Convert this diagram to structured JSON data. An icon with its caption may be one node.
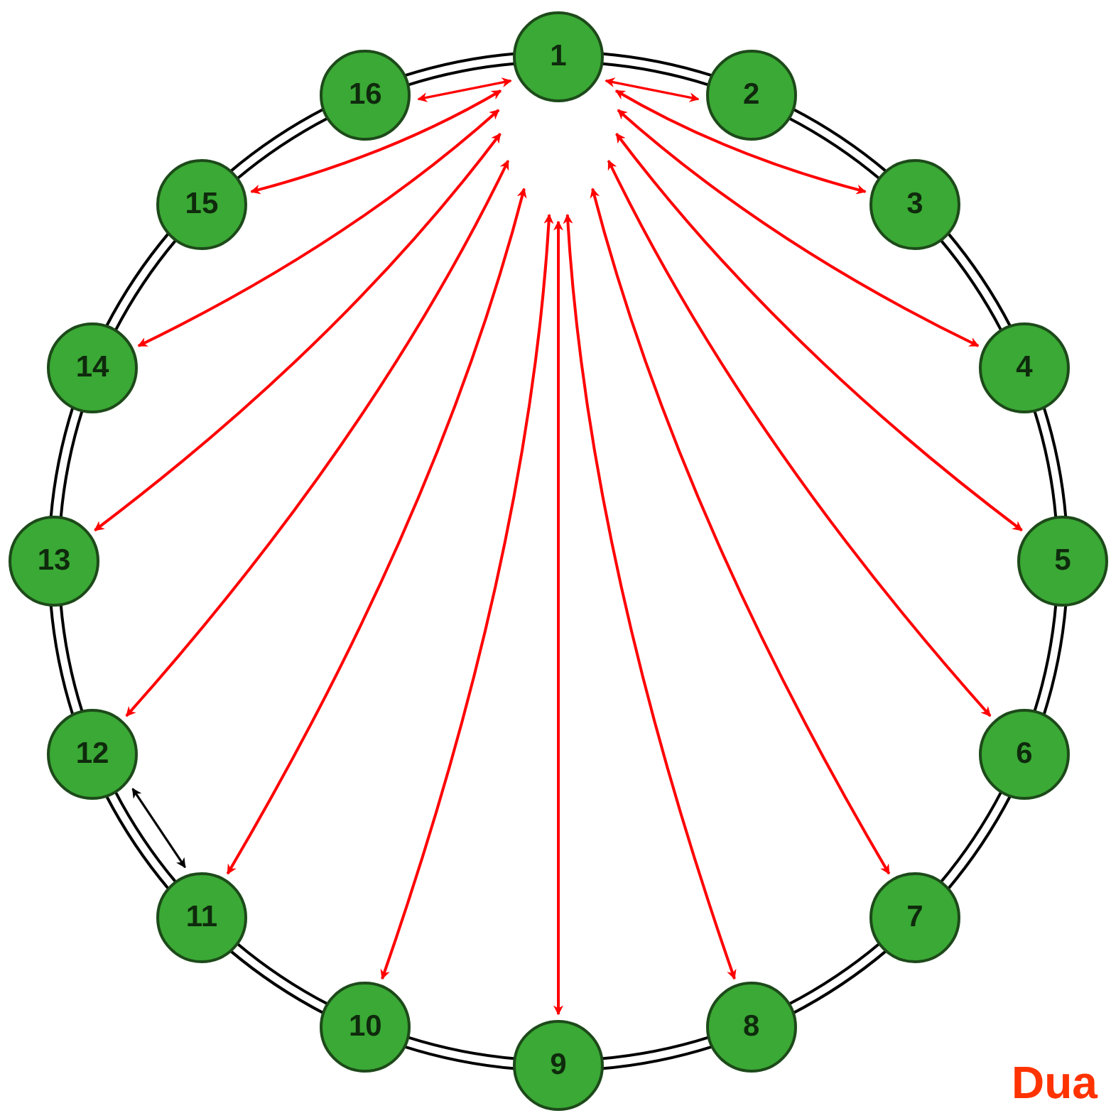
{
  "diagram": {
    "nodes": [
      {
        "text": [
          "1"
        ]
      },
      {
        "text": [
          "2"
        ]
      },
      {
        "text": [
          "3"
        ]
      },
      {
        "text": [
          "4"
        ]
      },
      {
        "text": [
          "5"
        ]
      },
      {
        "text": [
          "6"
        ]
      },
      {
        "text": [
          "7"
        ]
      },
      {
        "text": [
          "8"
        ]
      },
      {
        "text": [
          "9"
        ]
      },
      {
        "text": [
          "10"
        ]
      },
      {
        "text": [
          "11"
        ]
      },
      {
        "text": [
          "12"
        ]
      },
      {
        "text": [
          "13"
        ]
      },
      {
        "text": [
          "14"
        ]
      },
      {
        "text": [
          "15"
        ]
      },
      {
        "text": [
          "16"
        ]
      }
    ],
    "edges": [
      {
        "from": 0,
        "to": 1,
        "arrow": "none"
      },
      {
        "from": 1,
        "to": 2,
        "arrow": "none"
      },
      {
        "from": 2,
        "to": 3,
        "arrow": "none"
      },
      {
        "from": 3,
        "to": 4,
        "arrow": "none"
      },
      {
        "from": 4,
        "to": 5,
        "arrow": "none"
      },
      {
        "from": 5,
        "to": 6,
        "arrow": "none"
      },
      {
        "from": 6,
        "to": 7,
        "arrow": "none"
      },
      {
        "from": 7,
        "to": 8,
        "arrow": "none"
      },
      {
        "from": 8,
        "to": 9,
        "arrow": "none"
      },
      {
        "from": 9,
        "to": 10,
        "arrow": "none"
      },
      {
        "from": 10,
        "to": 11,
        "arrow": "none"
      },
      {
        "from": 11,
        "to": 12,
        "arrow": "none"
      },
      {
        "from": 12,
        "to": 13,
        "arrow": "none"
      },
      {
        "from": 13,
        "to": 14,
        "arrow": "none"
      },
      {
        "from": 14,
        "to": 15,
        "arrow": "none"
      },
      {
        "from": 15,
        "to": 0,
        "arrow": "none"
      },
      {
        "from": 10,
        "to": 11,
        "arrow": "both",
        "color": "#000000"
      },
      {
        "from": 0,
        "to": 1,
        "arrow": "both",
        "color": "#ff0000"
      },
      {
        "from": 0,
        "to": 2,
        "arrow": "both",
        "color": "#ff0000"
      },
      {
        "from": 0,
        "to": 3,
        "arrow": "both",
        "color": "#ff0000"
      },
      {
        "from": 0,
        "to": 4,
        "arrow": "both",
        "color": "#ff0000"
      },
      {
        "from": 0,
        "to": 5,
        "arrow": "both",
        "color": "#ff0000"
      },
      {
        "from": 0,
        "to": 6,
        "arrow": "both",
        "color": "#ff0000"
      },
      {
        "from": 0,
        "to": 7,
        "arrow": "both",
        "color": "#ff0000"
      },
      {
        "from": 0,
        "to": 8,
        "arrow": "both",
        "color": "#ff0000"
      },
      {
        "from": 0,
        "to": 9,
        "arrow": "both",
        "color": "#ff0000"
      },
      {
        "from": 0,
        "to": 10,
        "arrow": "both",
        "color": "#ff0000"
      },
      {
        "from": 0,
        "to": 11,
        "arrow": "both",
        "color": "#ff0000"
      },
      {
        "from": 0,
        "to": 12,
        "arrow": "both",
        "color": "#ff0000"
      },
      {
        "from": 0,
        "to": 13,
        "arrow": "both",
        "color": "#ff0000"
      },
      {
        "from": 0,
        "to": 14,
        "arrow": "both",
        "color": "#ff0000"
      },
      {
        "from": 0,
        "to": 15,
        "arrow": "both",
        "color": "#ff0000"
      }
    ],
    "labels": [
      "Dua"
    ]
  }
}
